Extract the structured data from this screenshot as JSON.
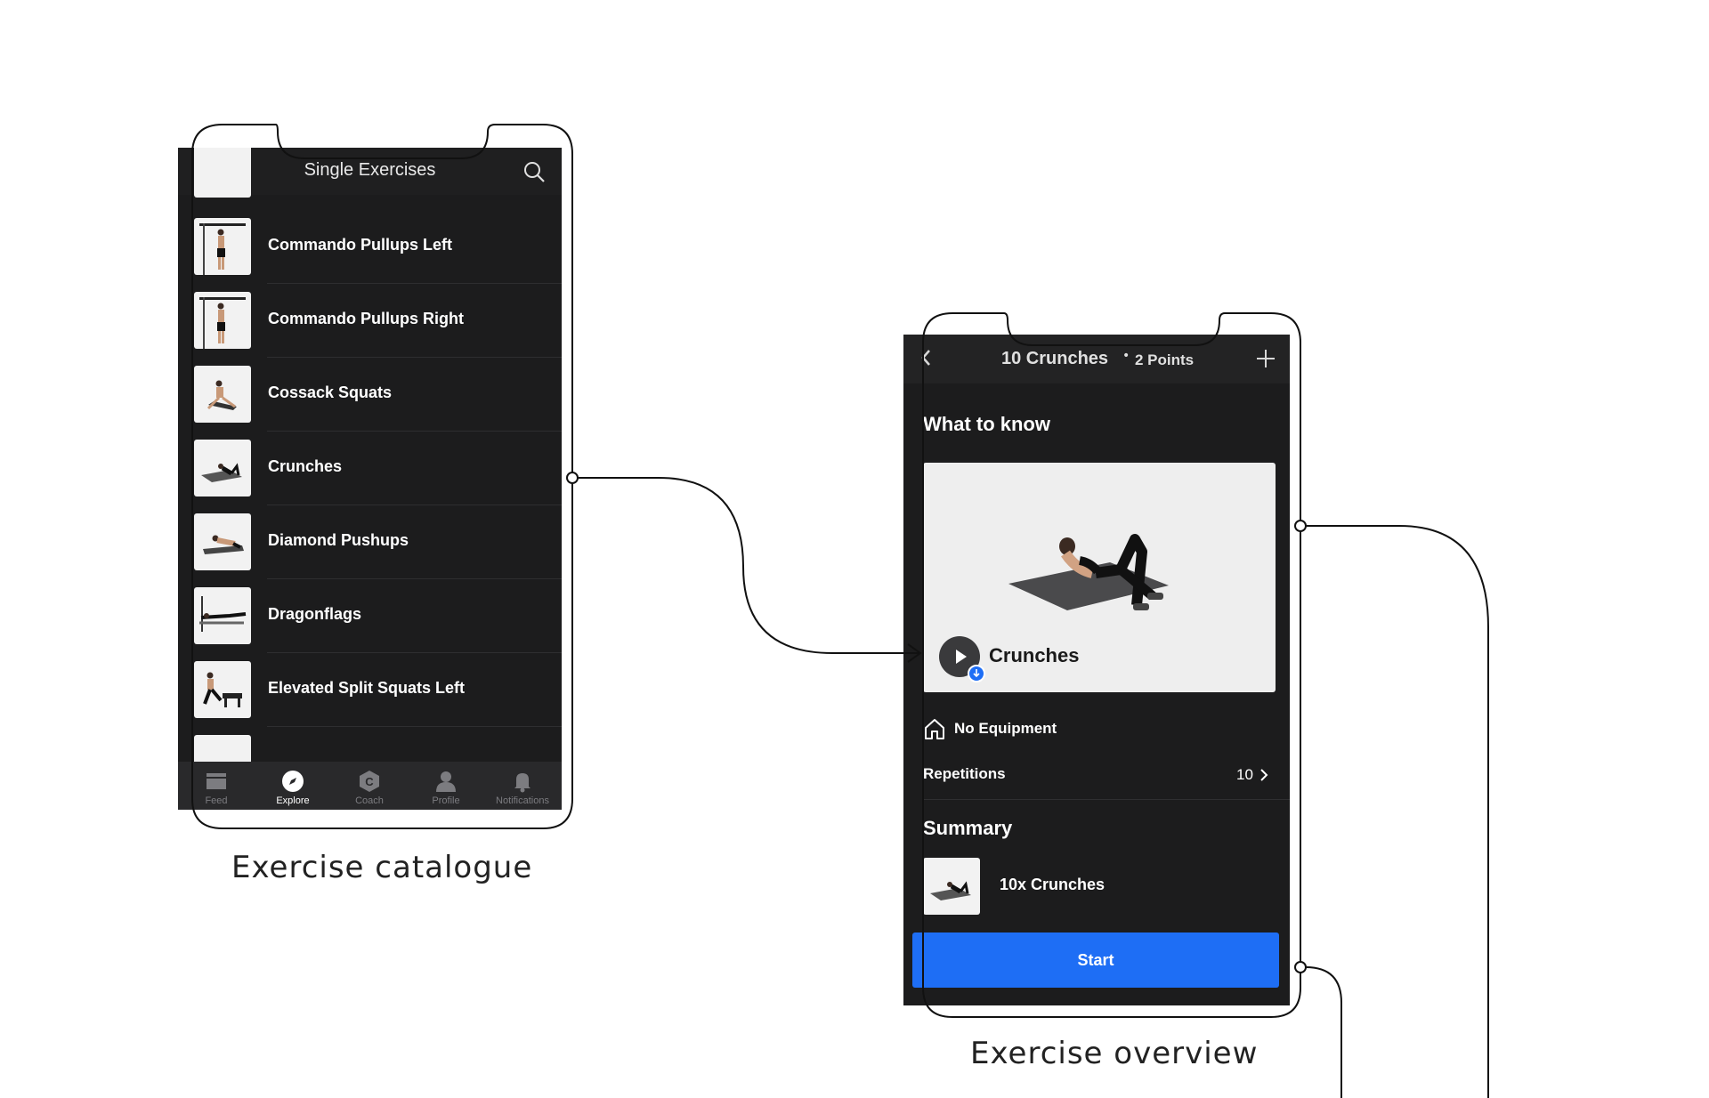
{
  "catalogue": {
    "caption": "Exercise catalogue",
    "header": {
      "title": "Single Exercises",
      "back_icon": "chevron-left-icon",
      "search_icon": "search-icon"
    },
    "exercises": [
      "Commando Pullups Left",
      "Commando Pullups Right",
      "Cossack Squats",
      "Crunches",
      "Diamond Pushups",
      "Dragonflags",
      "Elevated Split Squats Left"
    ],
    "tabs": [
      {
        "label": "Feed",
        "icon": "feed-icon",
        "active": false
      },
      {
        "label": "Explore",
        "icon": "compass-icon",
        "active": true
      },
      {
        "label": "Coach",
        "icon": "coach-icon",
        "active": false
      },
      {
        "label": "Profile",
        "icon": "profile-icon",
        "active": false
      },
      {
        "label": "Notifications",
        "icon": "bell-icon",
        "active": false
      }
    ]
  },
  "overview": {
    "caption": "Exercise overview",
    "header": {
      "title": "10 Crunches",
      "separator": "•",
      "points": "2 Points",
      "add_icon": "plus-icon"
    },
    "what_to_know": "What to know",
    "video_title": "Crunches",
    "equipment": "No Equipment",
    "repetitions_label": "Repetitions",
    "repetitions_value": "10",
    "summary_title": "Summary",
    "summary_item": "10x  Crunches",
    "start_label": "Start"
  },
  "colors": {
    "background": "#ffffff",
    "screen_bg": "#1c1c1d",
    "accent": "#1e6ef5",
    "outline": "#111111"
  }
}
